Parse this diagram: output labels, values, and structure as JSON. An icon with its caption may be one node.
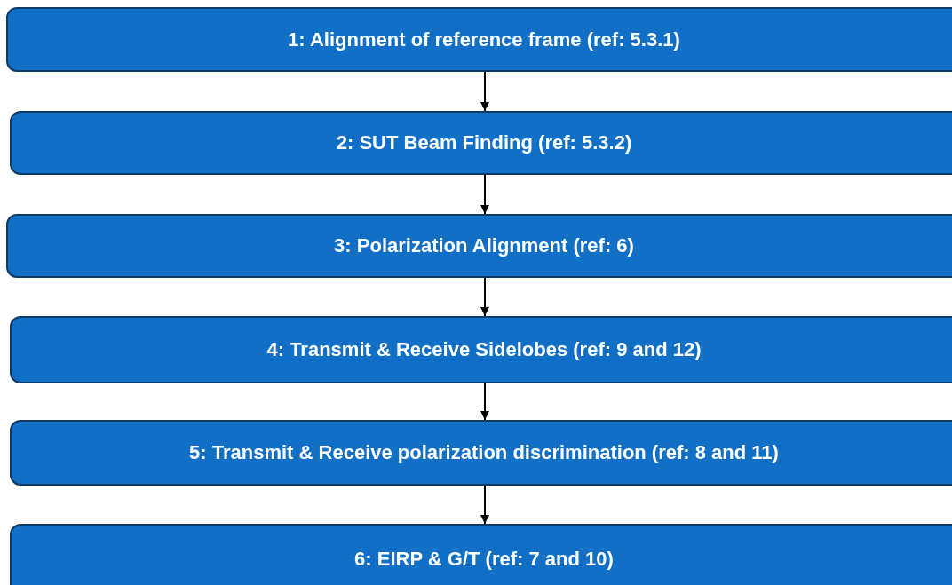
{
  "diagram": {
    "nodes": [
      {
        "text": [
          "1: Alignment of reference frame (ref: 5.3.1)"
        ]
      },
      {
        "text": [
          "2: SUT Beam Finding (ref: 5.3.2)"
        ]
      },
      {
        "text": [
          "3: Polarization Alignment (ref: 6)"
        ]
      },
      {
        "text": [
          "4: Transmit & Receive Sidelobes (ref: 9 and 12)"
        ]
      },
      {
        "text": [
          "5: Transmit & Receive polarization discrimination (ref: 8 and 11)"
        ]
      },
      {
        "text": [
          "6: EIRP & G/T (ref: 7 and 10)"
        ]
      }
    ],
    "edges": [
      {
        "from": 0,
        "to": 1,
        "arrow": "to"
      },
      {
        "from": 1,
        "to": 2,
        "arrow": "to"
      },
      {
        "from": 2,
        "to": 3,
        "arrow": "to"
      },
      {
        "from": 3,
        "to": 4,
        "arrow": "to"
      },
      {
        "from": 4,
        "to": 5,
        "arrow": "to"
      }
    ]
  }
}
